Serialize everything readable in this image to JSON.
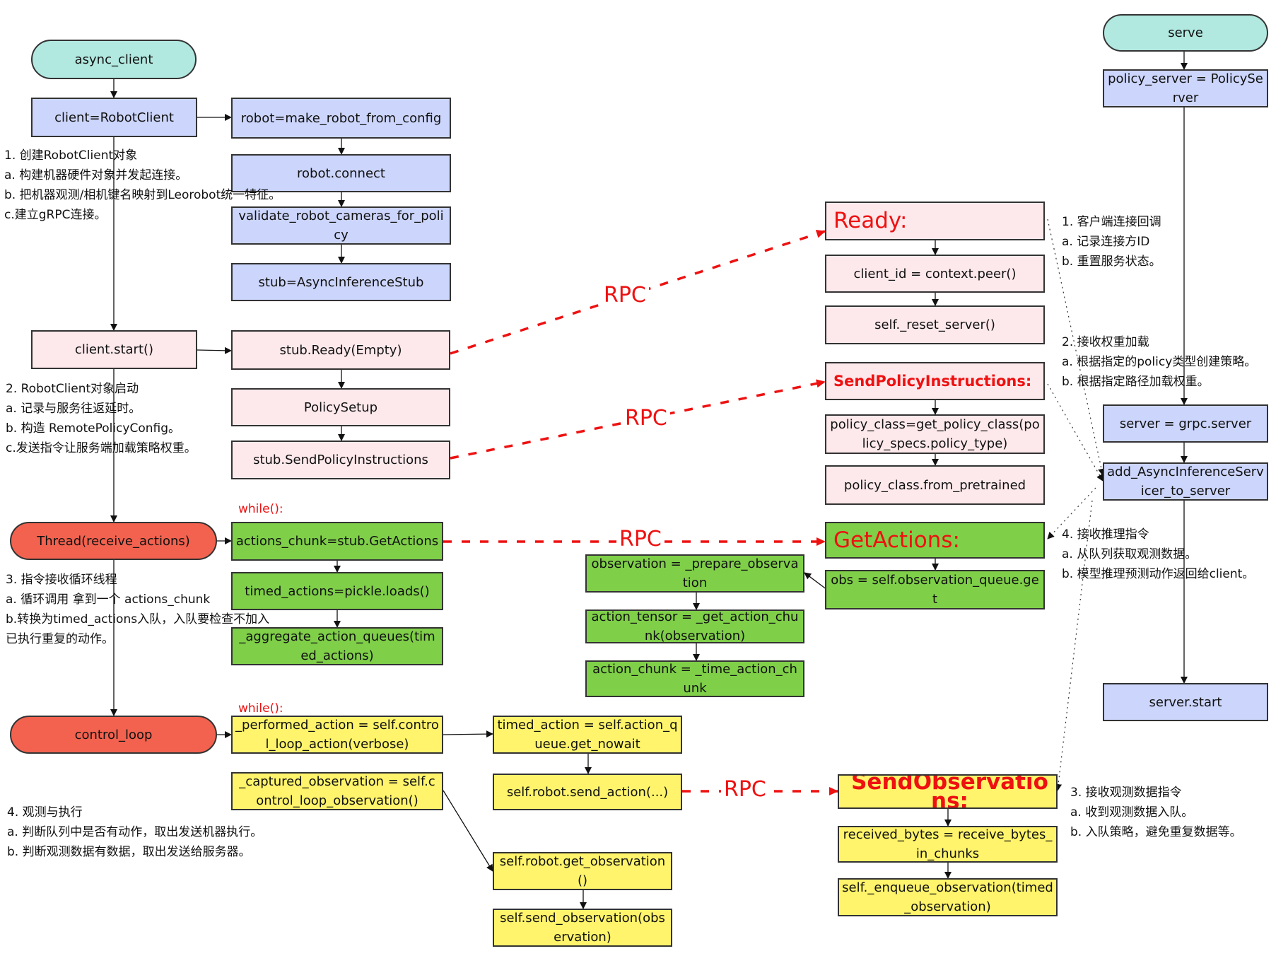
{
  "nodes": {
    "async_client": "async_client",
    "client_robotclient": "client=RobotClient",
    "robot_make": "robot=make_robot_from_config",
    "robot_connect": "robot.connect",
    "validate_cameras": "validate_robot_cameras_for_policy",
    "stub_async": "stub=AsyncInferenceStub",
    "client_start": "client.start()",
    "stub_ready": "stub.Ready(Empty)",
    "policy_setup": "PolicySetup",
    "stub_send_policy": "stub.SendPolicyInstructions",
    "thread_receive": "Thread(receive_actions)",
    "actions_chunk": "actions_chunk=stub.GetActions",
    "timed_actions": "timed_actions=pickle.loads()",
    "aggregate": "_aggregate_action_queues(timed_actions)",
    "control_loop": "control_loop",
    "performed_action": "_performed_action = self.control_loop_action(verbose)",
    "captured_observation": "_captured_observation = self.control_loop_observation()",
    "timed_action": "timed_action = self.action_queue.get_nowait",
    "robot_send_action": "self.robot.send_action(...)",
    "robot_get_obs": "self.robot.get_observation()",
    "send_observation": "self.send_observation(observation)",
    "observation_prepare": "observation = _prepare_observation",
    "action_tensor": "action_tensor = _get_action_chunk(observation)",
    "action_chunk_time": "action_chunk = _time_action_chunk",
    "ready": "Ready:",
    "client_id": "client_id = context.peer()",
    "reset_server": "self._reset_server()",
    "send_policy_instr": "SendPolicyInstructions:",
    "policy_class_get": "policy_class=get_policy_class(policy_specs.policy_type)",
    "policy_from_pretrained": "policy_class.from_pretrained",
    "get_actions": "GetActions:",
    "obs_queue": "obs = self.observation_queue.get",
    "send_observations": "SendObservations:",
    "received_bytes": "received_bytes = receive_bytes_in_chunks",
    "enqueue_observation": "self._enqueue_observation(timed_observation)",
    "serve": "serve",
    "policy_server": "policy_server = PolicyServer",
    "grpc_server": "server = grpc.server",
    "add_servicer": "add_AsyncInferenceServicer_to_server",
    "server_start": "server.start"
  },
  "notes": {
    "client_1": [
      "1. 创建RobotClient对象",
      "  a. 构建机器硬件对象并发起连接。",
      "  b. 把机器观测/相机键名映射到Leorobot统一特征。",
      "  c.建立gRPC连接。"
    ],
    "client_2": [
      "2. RobotClient对象启动",
      "  a. 记录与服务往返延时。",
      "  b. 构造 RemotePolicyConfig。",
      "  c.发送指令让服务端加载策略权重。"
    ],
    "client_3": [
      "3. 指令接收循环线程",
      "  a. 循环调用 拿到一个 actions_chunk",
      "  b.转换为timed_actions入队，入队要检查不加入",
      "     已执行重复的动作。"
    ],
    "client_4": [
      "4. 观测与执行",
      "  a. 判断队列中是否有动作，取出发送机器执行。",
      "  b. 判断观测数据有数据，取出发送给服务器。"
    ],
    "server_1": [
      "1. 客户端连接回调",
      "  a. 记录连接方ID",
      "  b. 重置服务状态。"
    ],
    "server_2": [
      "2. 接收权重加载",
      "  a. 根据指定的policy类型创建策略。",
      "  b. 根据指定路径加载权重。"
    ],
    "server_4": [
      "4. 接收推理指令",
      "  a. 从队列获取观测数据。",
      "  b. 模型推理预测动作返回给client。"
    ],
    "server_3": [
      "3. 接收观测数据指令",
      "  a. 收到观测数据入队。",
      "  b. 入队策略，避免重复数据等。"
    ]
  },
  "labels": {
    "rpc": "RPC",
    "while": "while():"
  },
  "colors": {
    "blue_fill": "#ccd5fb",
    "pink_fill": "#fde9ec",
    "green_fill": "#7fcf49",
    "yellow_fill": "#fff46b",
    "teal_fill": "#b1e8e0",
    "red_fill": "#f2624f",
    "rpc_red": "#ee1111"
  }
}
